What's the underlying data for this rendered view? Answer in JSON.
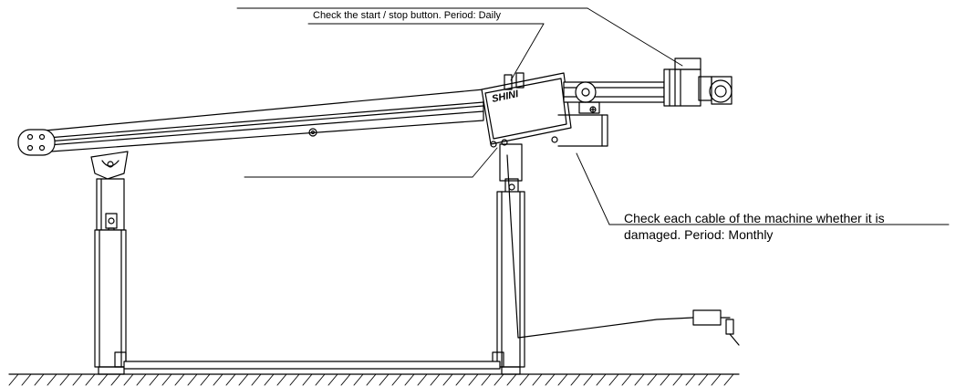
{
  "callouts": {
    "start_stop": "Check the start / stop button. Period: Daily",
    "cable_line1": "Check each cable of the machine whether it is",
    "cable_line2": "damaged. Period: Monthly"
  },
  "brand": {
    "logo_text": "SHINI"
  },
  "colors": {
    "line": "#000000",
    "background": "#ffffff"
  }
}
